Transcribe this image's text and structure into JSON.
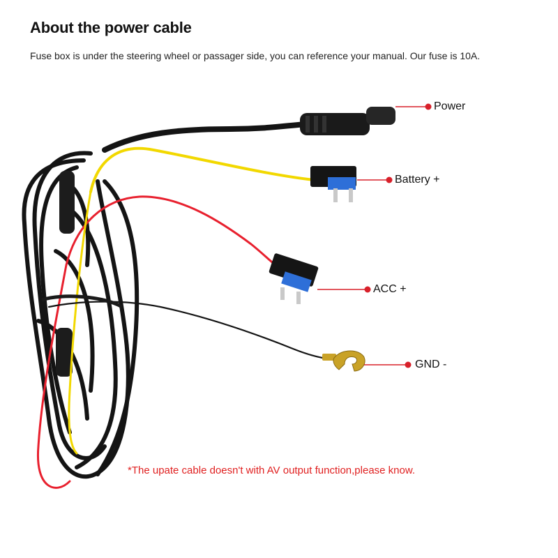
{
  "header": {
    "title": "About the power cable",
    "subtitle": "Fuse box is under the steering wheel or passager side, you can reference your manual. Our fuse is 10A."
  },
  "callouts": {
    "power": "Power",
    "battery": "Battery +",
    "acc": "ACC +",
    "gnd": "GND -"
  },
  "note": "*The upate cable doesn't with AV output function,please know.",
  "colors": {
    "wire_black": "#141414",
    "wire_yellow": "#f2d800",
    "wire_red": "#e8202e",
    "fuse_blue": "#2e6fd8",
    "callout_red": "#d8202a",
    "terminal_gold": "#c9a227"
  }
}
